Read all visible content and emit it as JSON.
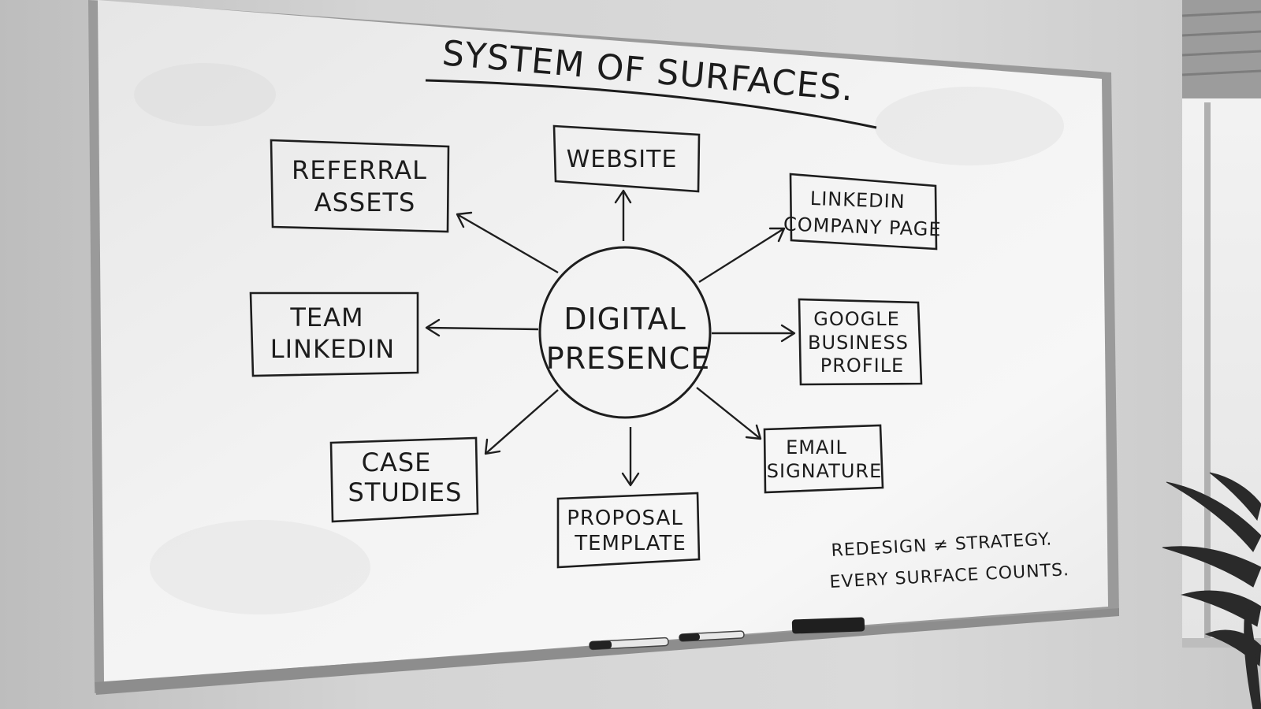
{
  "board": {
    "title": "SYSTEM OF SURFACES.",
    "center": {
      "line1": "DIGITAL",
      "line2": "PRESENCE"
    },
    "nodes": [
      {
        "id": "referral-assets",
        "lines": [
          "REFERRAL",
          "ASSETS"
        ]
      },
      {
        "id": "website",
        "lines": [
          "WEBSITE"
        ]
      },
      {
        "id": "linkedin-company-page",
        "lines": [
          "LINKEDIN",
          "COMPANY PAGE"
        ]
      },
      {
        "id": "team-linkedin",
        "lines": [
          "TEAM",
          "LINKEDIN"
        ]
      },
      {
        "id": "google-business-profile",
        "lines": [
          "GOOGLE",
          "BUSINESS",
          "PROFILE"
        ]
      },
      {
        "id": "case-studies",
        "lines": [
          "CASE",
          "STUDIES"
        ]
      },
      {
        "id": "proposal-template",
        "lines": [
          "PROPOSAL",
          "TEMPLATE"
        ]
      },
      {
        "id": "email-signature",
        "lines": [
          "EMAIL",
          "SIGNATURE"
        ]
      }
    ],
    "note": {
      "line1": "REDESIGN ≠ STRATEGY.",
      "line2": "EVERY SURFACE COUNTS."
    }
  },
  "colors": {
    "marker": "#1c1c1c",
    "board": "#f1f1f1",
    "frame": "#9a9a9a",
    "wall": "#d4d4d4"
  }
}
